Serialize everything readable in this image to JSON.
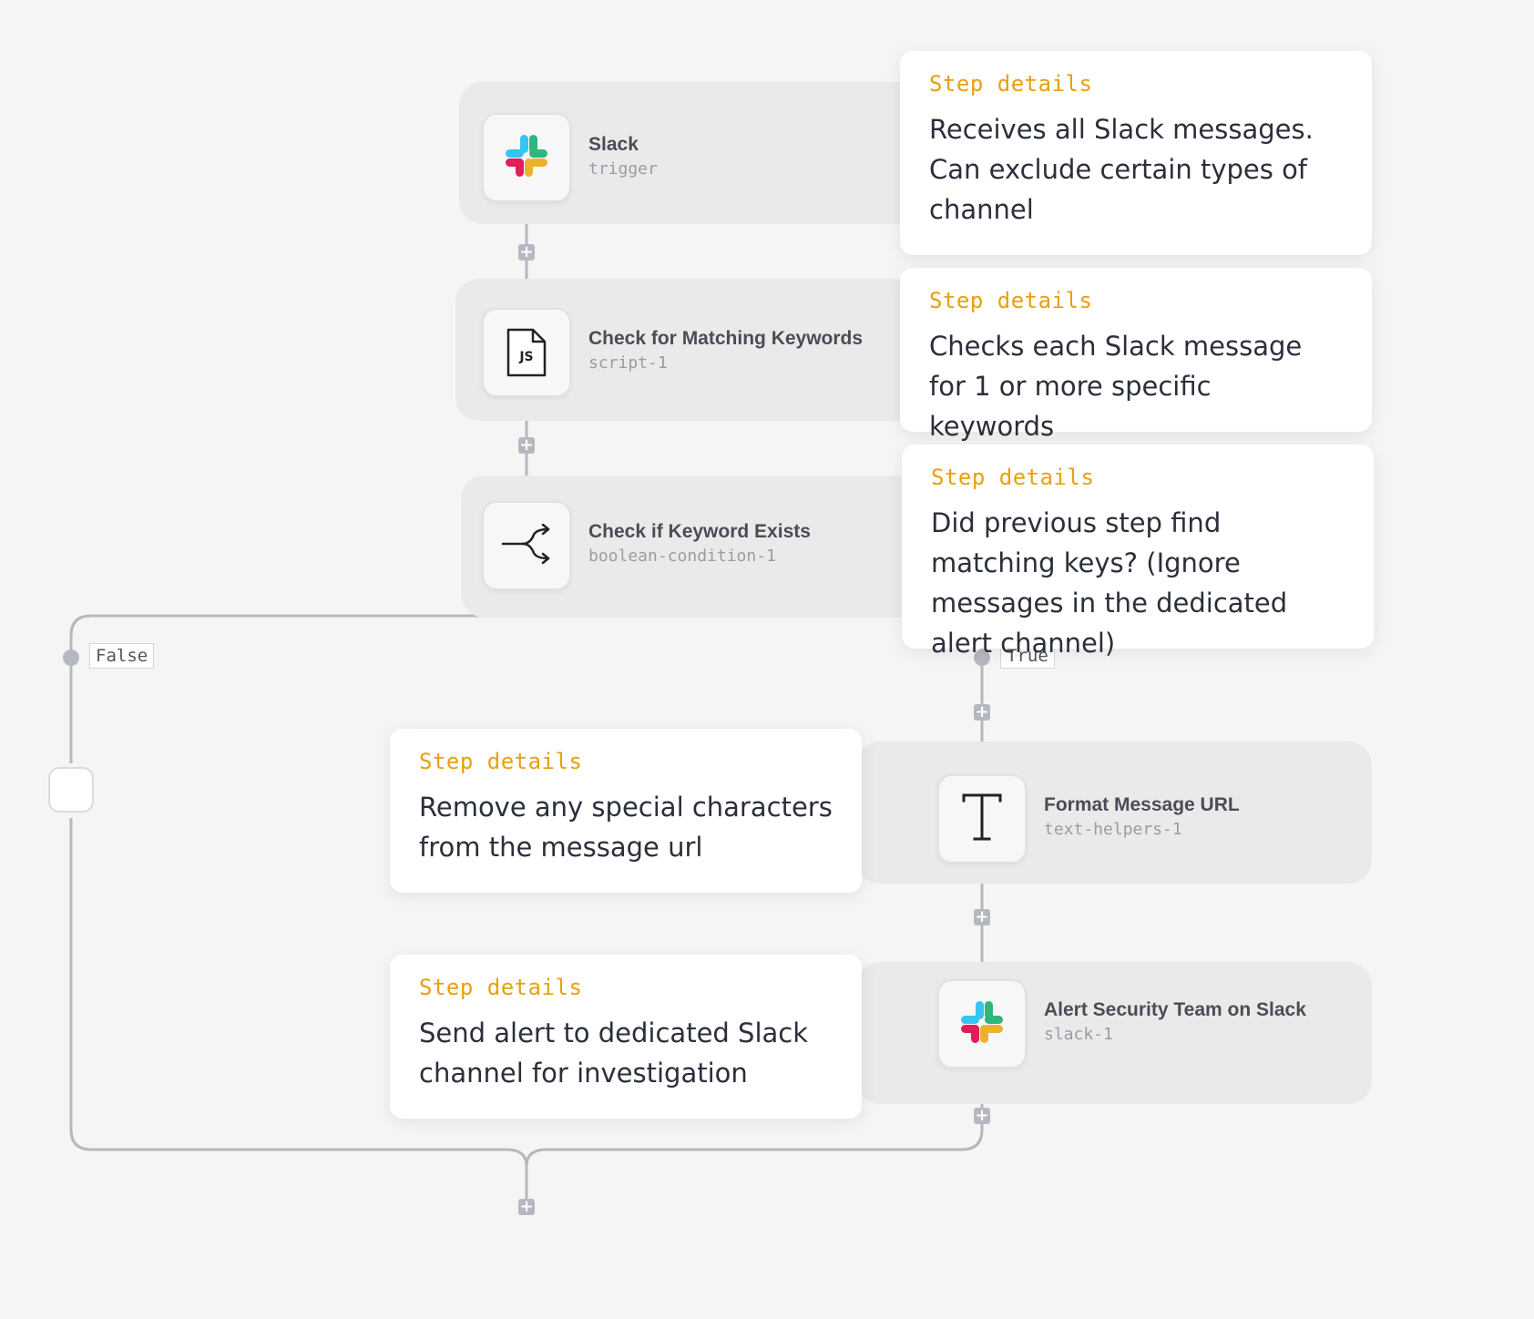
{
  "steps": [
    {
      "name": "Slack",
      "key": "trigger",
      "icon": "slack-icon"
    },
    {
      "name": "Check for Matching Keywords",
      "key": "script-1",
      "icon": "js-file-icon"
    },
    {
      "name": "Check if Keyword Exists",
      "key": "boolean-condition-1",
      "icon": "branch-icon"
    },
    {
      "name": "Format Message URL",
      "key": "text-helpers-1",
      "icon": "text-t-icon"
    },
    {
      "name": "Alert Security Team on Slack",
      "key": "slack-1",
      "icon": "slack-icon"
    }
  ],
  "cards": [
    {
      "title": "Step details",
      "body": "Receives all Slack messages. Can exclude certain types of channel"
    },
    {
      "title": "Step details",
      "body": "Checks each Slack message for 1 or more specific keywords"
    },
    {
      "title": "Step details",
      "body": "Did previous step find matching keys? (Ignore messages in the dedicated alert channel)"
    },
    {
      "title": "Step details",
      "body": "Remove any special characters from the message url"
    },
    {
      "title": "Step details",
      "body": "Send alert to dedicated Slack channel for investigation"
    }
  ],
  "branches": {
    "false_label": "False",
    "true_label": "True"
  },
  "js_icon_text": "JS",
  "colors": {
    "accent": "#e8a00e",
    "slack_blue": "#36c5f0",
    "slack_green": "#2eb67d",
    "slack_yellow": "#ecb22e",
    "slack_red": "#e01e5a",
    "connector": "#b6b8c0"
  }
}
